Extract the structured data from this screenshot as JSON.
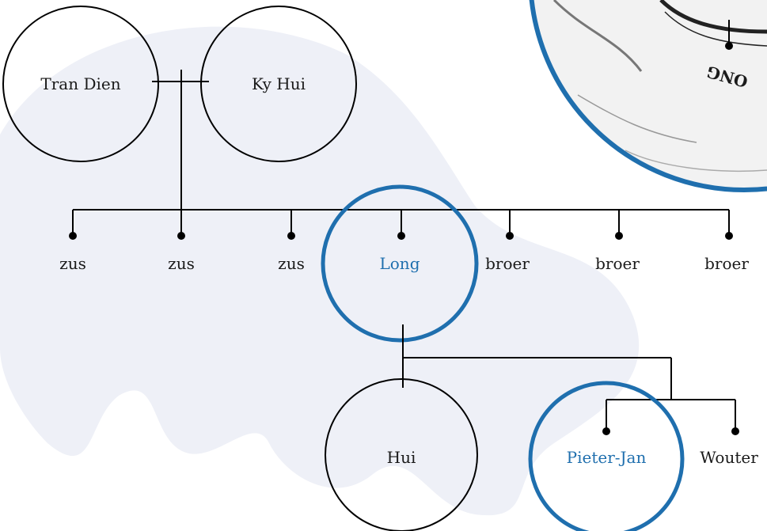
{
  "colors": {
    "line": "#000000",
    "highlight": "#1f6fae",
    "ghost": "#eef0f7",
    "text": "#1a1a1a"
  },
  "people": {
    "father": "Tran Dien",
    "mother": "Ky Hui",
    "self": "Long",
    "child1": "Hui",
    "child2": "Pieter-Jan",
    "child3": "Wouter"
  },
  "siblings": {
    "s1": "zus",
    "s2": "zus",
    "s3": "zus",
    "b1": "broer",
    "b2": "broer",
    "b3": "broer"
  },
  "photo": {
    "logo_text": "ONG",
    "icon": "stamp-photo-icon"
  }
}
